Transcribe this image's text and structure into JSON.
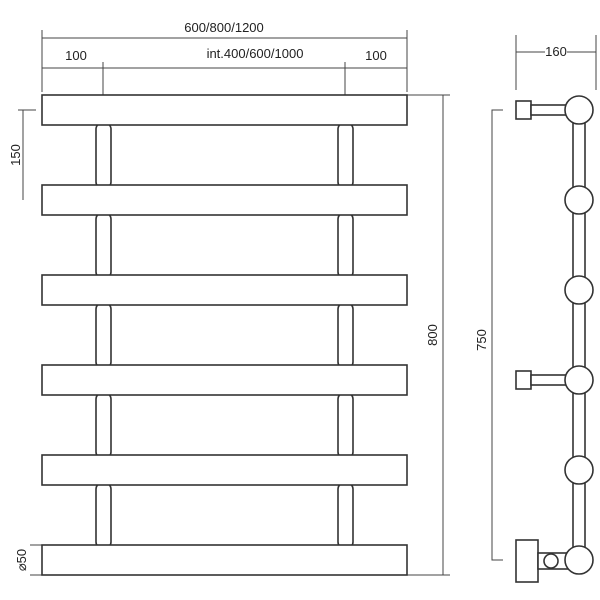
{
  "front_view": {
    "overall_width": "600/800/1200",
    "left_offset": "100",
    "interaxis": "int.400/600/1000",
    "right_offset": "100",
    "bar_spacing": "150",
    "overall_height": "800",
    "tube_diameter": "⌀50",
    "bar_count": 6
  },
  "side_view": {
    "depth": "160",
    "mount_height": "750"
  },
  "colors": {
    "line": "#333333",
    "background": "#ffffff"
  }
}
